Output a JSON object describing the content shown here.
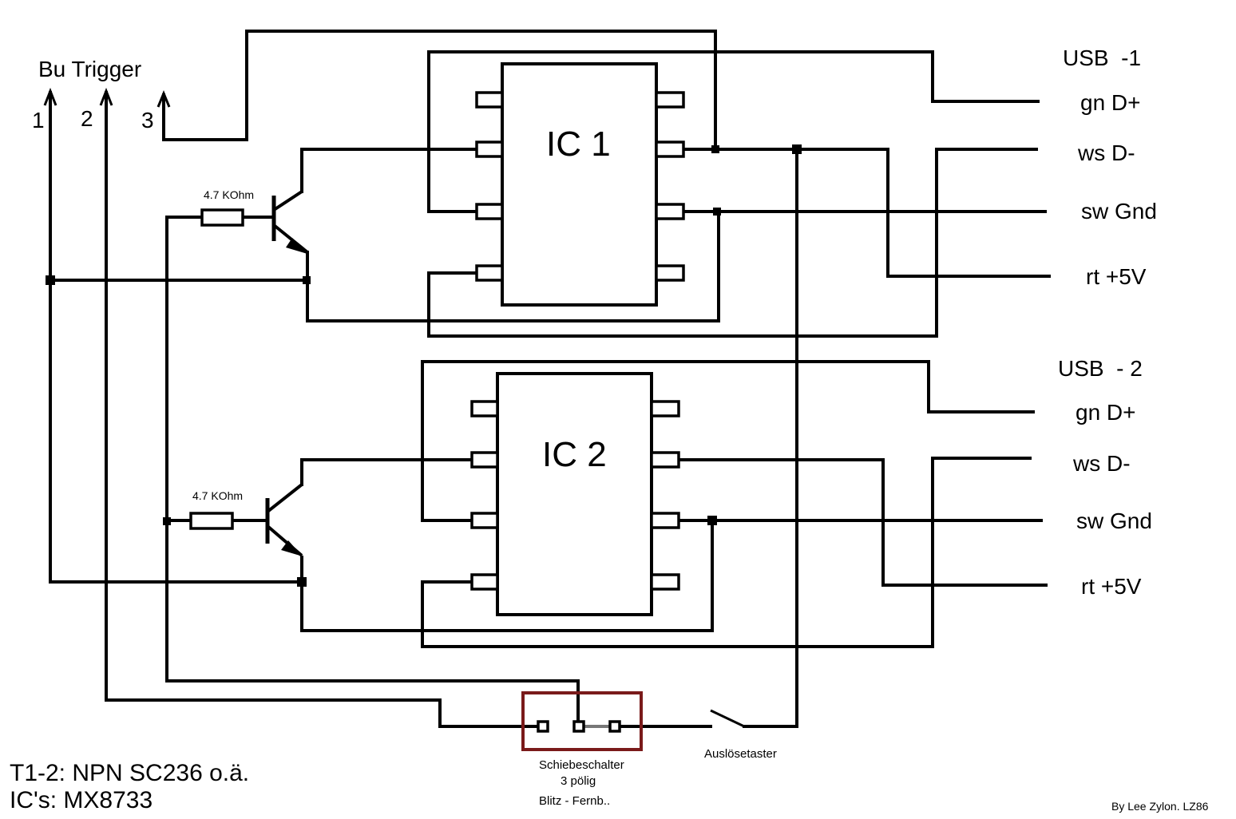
{
  "trigger": {
    "title": "Bu Trigger",
    "pins": [
      "1",
      "2",
      "3"
    ]
  },
  "resistors": {
    "r1_label": "4.7 KOhm",
    "r2_label": "4.7 KOhm"
  },
  "ics": {
    "ic1_label": "IC 1",
    "ic2_label": "IC 2"
  },
  "usb1": {
    "title": "USB  -1",
    "lines": [
      "gn D+",
      "ws D-",
      "sw Gnd",
      "rt +5V"
    ]
  },
  "usb2": {
    "title": "USB  - 2",
    "lines": [
      "gn D+",
      "ws D-",
      "sw Gnd",
      "rt +5V"
    ]
  },
  "switch": {
    "line1": "Schiebeschalter",
    "line2": "3 pölig",
    "line3": "Blitz - Fernb..",
    "frame_color": "#7a1a1a"
  },
  "button": {
    "label": "Auslösetaster"
  },
  "notes": {
    "transistors": "T1-2: NPN SC236 o.ä.",
    "ics": "IC's: MX8733",
    "credit": "By Lee Zylon. LZ86"
  }
}
